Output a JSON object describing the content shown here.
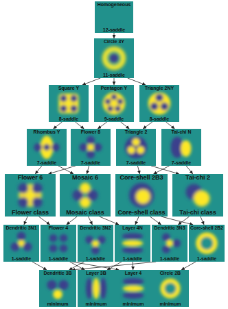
{
  "diagram": {
    "nodes": [
      {
        "text": [
          "Homogeneous",
          "12-saddle"
        ]
      },
      {
        "text": [
          "Circle 3Y",
          "11-saddle"
        ]
      },
      {
        "text": [
          "Square Y",
          "8-saddle"
        ]
      },
      {
        "text": [
          "Pentagon Y",
          "9-saddle"
        ]
      },
      {
        "text": [
          "Triangle 2NY",
          "8-saddle"
        ]
      },
      {
        "text": [
          "Rhombus Y",
          "7-saddle"
        ]
      },
      {
        "text": [
          "Flower 8",
          "7-saddle"
        ]
      },
      {
        "text": [
          "Triangle 2",
          "7-saddle"
        ]
      },
      {
        "text": [
          "Tai-chi N",
          "7-saddle"
        ]
      },
      {
        "text": [
          "Flower 6",
          "Flower class"
        ]
      },
      {
        "text": [
          "Mosaic 6",
          "Mosaic class"
        ]
      },
      {
        "text": [
          "Core-shell 2B3",
          "Core-shell class"
        ]
      },
      {
        "text": [
          "Tai-chi 2",
          "Tai-chi class"
        ]
      },
      {
        "text": [
          "Dendritic 3N1",
          "1-saddle"
        ]
      },
      {
        "text": [
          "Flower 4",
          "1-saddle"
        ]
      },
      {
        "text": [
          "Dendritic 3N2",
          "1-saddle"
        ]
      },
      {
        "text": [
          "Layer 4N",
          "1-saddle"
        ]
      },
      {
        "text": [
          "Dendritic 3N3",
          "1-saddle"
        ]
      },
      {
        "text": [
          "Core-shell 2B2",
          "1-saddle"
        ]
      },
      {
        "text": [
          "Dendritic 3B",
          "minimum"
        ]
      },
      {
        "text": [
          "Layer 3B",
          "minimum"
        ]
      },
      {
        "text": [
          "Layer 4",
          "minimum"
        ]
      },
      {
        "text": [
          "Circle 2B",
          "minimum"
        ]
      }
    ],
    "edges": [
      {
        "from": 0,
        "to": 1,
        "arrow": "to"
      },
      {
        "from": 1,
        "to": 2,
        "arrow": "to"
      },
      {
        "from": 1,
        "to": 3,
        "arrow": "to"
      },
      {
        "from": 1,
        "to": 4,
        "arrow": "to"
      },
      {
        "from": 2,
        "to": 5,
        "arrow": "to"
      },
      {
        "from": 2,
        "to": 6,
        "arrow": "to"
      },
      {
        "from": 3,
        "to": 6,
        "arrow": "to"
      },
      {
        "from": 3,
        "to": 7,
        "arrow": "to"
      },
      {
        "from": 4,
        "to": 7,
        "arrow": "to"
      },
      {
        "from": 4,
        "to": 8,
        "arrow": "to"
      },
      {
        "from": 5,
        "to": 9,
        "arrow": "to"
      },
      {
        "from": 5,
        "to": 10,
        "arrow": "to"
      },
      {
        "from": 6,
        "to": 9,
        "arrow": "to"
      },
      {
        "from": 6,
        "to": 10,
        "arrow": "to"
      },
      {
        "from": 7,
        "to": 11,
        "arrow": "to"
      },
      {
        "from": 7,
        "to": 12,
        "arrow": "to"
      },
      {
        "from": 8,
        "to": 11,
        "arrow": "to"
      },
      {
        "from": 8,
        "to": 12,
        "arrow": "to"
      },
      {
        "from": 9,
        "to": 13,
        "arrow": "to"
      },
      {
        "from": 9,
        "to": 14,
        "arrow": "to"
      },
      {
        "from": 10,
        "to": 14,
        "arrow": "to"
      },
      {
        "from": 10,
        "to": 15,
        "arrow": "to"
      },
      {
        "from": 10,
        "to": 16,
        "arrow": "to"
      },
      {
        "from": 11,
        "to": 16,
        "arrow": "to"
      },
      {
        "from": 11,
        "to": 17,
        "arrow": "to"
      },
      {
        "from": 11,
        "to": 18,
        "arrow": "to"
      },
      {
        "from": 12,
        "to": 17,
        "arrow": "to"
      },
      {
        "from": 12,
        "to": 18,
        "arrow": "to"
      },
      {
        "from": 13,
        "to": 19,
        "arrow": "to"
      },
      {
        "from": 14,
        "to": 20,
        "arrow": "to"
      },
      {
        "from": 14,
        "to": 21,
        "arrow": "to"
      },
      {
        "from": 15,
        "to": 19,
        "arrow": "to"
      },
      {
        "from": 16,
        "to": 20,
        "arrow": "to"
      },
      {
        "from": 16,
        "to": 21,
        "arrow": "to"
      },
      {
        "from": 17,
        "to": 19,
        "arrow": "to"
      },
      {
        "from": 18,
        "to": 22,
        "arrow": "to"
      }
    ]
  }
}
